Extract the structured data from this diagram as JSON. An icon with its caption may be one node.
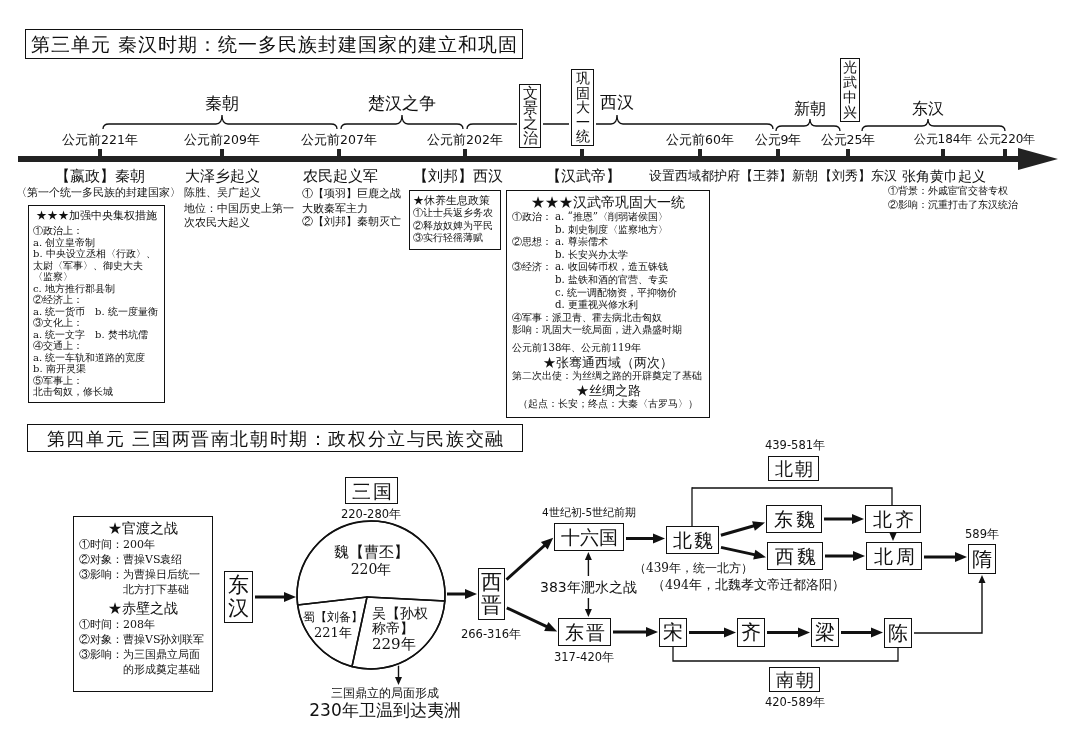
{
  "diagram": {
    "nodes": [
      {
        "text": [
          "第三单元 秦汉时期：统一多民族封建国家的建立和巩固"
        ]
      },
      {
        "text": [
          "文景之治"
        ]
      },
      {
        "text": [
          "巩固大一统"
        ]
      },
      {
        "text": [
          "光武中兴"
        ]
      },
      {
        "text": [
          "★★★加强中央集权措施",
          "①政治上：",
          "a. 创立皇帝制",
          "b. 中央设立丞相〈行政〉、太尉〈军事〉、御史大夫〈监察〉",
          "c. 地方推行郡县制",
          "②经济上：",
          "a. 统一货币",
          "b. 统一度量衡",
          "③文化上：",
          "a. 统一文字",
          "b. 焚书坑儒",
          "④交通上：",
          "a. 统一车轨和道路的宽度",
          "b. 南开灵渠",
          "⑤军事上：",
          "北击匈奴，修长城"
        ]
      },
      {
        "text": [
          "★休养生息政策",
          "①让士兵返乡务农",
          "②释放奴婢为平民",
          "③实行轻徭薄赋"
        ]
      },
      {
        "text": [
          "★★★汉武帝巩固大一统",
          "①政治：",
          "a. “推恩”〈削弱诸侯国〉",
          "b. 刺史制度〈监察地方〉",
          "②思想：",
          "a. 尊崇儒术",
          "b. 长安兴办太学",
          "③经济：",
          "a. 收回铸币权，造五铢钱",
          "b. 盐铁和酒的官营、专卖",
          "c. 统一调配物资，平抑物价",
          "d. 更重视兴修水利",
          "④军事：派卫青、霍去病北击匈奴",
          "影响：巩固大一统局面，进入鼎盛时期",
          "公元前138年、公元前119年",
          "★张骞通西域（两次）",
          "第二次出使：为丝绸之路的开辟奠定了基础",
          "★丝绸之路",
          "（起点：长安；终点：大秦〈古罗马〉）"
        ]
      },
      {
        "text": [
          "第四单元 三国两晋南北朝时期：政权分立与民族交融"
        ]
      },
      {
        "text": [
          "★官渡之战",
          "①时间：200年",
          "②对象：曹操VS袁绍",
          "③影响：为曹操日后统一北方打下基础",
          "★赤壁之战",
          "①时间：208年",
          "②对象：曹操VS孙刘联军",
          "③影响：为三国鼎立局面的形成奠定基础"
        ]
      },
      {
        "text": [
          "东汉"
        ]
      },
      {
        "text": [
          "三国"
        ],
        "beside": [
          "220-280年"
        ]
      },
      {
        "text": [],
        "shape": "circle"
      },
      {
        "text": [
          "魏【曹丕】",
          "220年"
        ],
        "in": 11
      },
      {
        "text": [
          "蜀【刘备】",
          "221年"
        ],
        "in": 11
      },
      {
        "text": [
          "吴【孙权称帝】",
          "229年"
        ],
        "in": 11
      },
      {
        "text": [
          "三国鼎立的局面形成",
          "230年卫温到达夷洲"
        ]
      },
      {
        "text": [
          "西晋"
        ],
        "beside": [
          "266-316年"
        ]
      },
      {
        "text": [
          "十六国"
        ],
        "beside": [
          "4世纪初-5世纪前期"
        ]
      },
      {
        "text": [
          "383年淝水之战"
        ]
      },
      {
        "text": [
          "东晋"
        ],
        "beside": [
          "317-420年"
        ]
      },
      {
        "text": [
          "北魏"
        ],
        "beside": [
          "（439年，统一北方）",
          "（494年，北魏孝文帝迁都洛阳）"
        ]
      },
      {
        "text": [
          "北朝"
        ],
        "beside": [
          "439-581年"
        ]
      },
      {
        "text": [
          "东魏"
        ]
      },
      {
        "text": [
          "西魏"
        ]
      },
      {
        "text": [
          "北齐"
        ]
      },
      {
        "text": [
          "北周"
        ]
      },
      {
        "text": [
          "隋"
        ],
        "beside": [
          "589年"
        ]
      },
      {
        "text": [
          "宋"
        ]
      },
      {
        "text": [
          "齐"
        ]
      },
      {
        "text": [
          "梁"
        ]
      },
      {
        "text": [
          "陈"
        ]
      },
      {
        "text": [
          "南朝"
        ],
        "beside": [
          "420-589年"
        ]
      }
    ],
    "edges": [
      {
        "from": 9,
        "to": 11,
        "arrow": "to"
      },
      {
        "from": 11,
        "to": 16,
        "arrow": "to"
      },
      {
        "from": 14,
        "to": 15,
        "arrow": "to"
      },
      {
        "from": 16,
        "to": 17,
        "arrow": "to"
      },
      {
        "from": 16,
        "to": 19,
        "arrow": "to"
      },
      {
        "from": 18,
        "to": 17,
        "arrow": "to"
      },
      {
        "from": 18,
        "to": 19,
        "arrow": "to"
      },
      {
        "from": 17,
        "to": 20,
        "arrow": "to"
      },
      {
        "from": 20,
        "to": 22,
        "arrow": "to"
      },
      {
        "from": 20,
        "to": 23,
        "arrow": "to"
      },
      {
        "from": 22,
        "to": 24,
        "arrow": "to"
      },
      {
        "from": 24,
        "to": 25,
        "arrow": "to"
      },
      {
        "from": 23,
        "to": 25,
        "arrow": "to"
      },
      {
        "from": 25,
        "to": 26,
        "arrow": "to"
      },
      {
        "from": 19,
        "to": 27,
        "arrow": "to"
      },
      {
        "from": 27,
        "to": 28,
        "arrow": "to"
      },
      {
        "from": 28,
        "to": 29,
        "arrow": "to"
      },
      {
        "from": 29,
        "to": 30,
        "arrow": "to"
      },
      {
        "from": 30,
        "to": 26,
        "arrow": "to"
      }
    ],
    "labels": [
      "秦朝",
      "楚汉之争",
      "西汉",
      "新朝",
      "东汉",
      "公元前221年",
      "公元前209年",
      "公元前207年",
      "公元前202年",
      "公元前60年",
      "公元9年",
      "公元25年",
      "公元184年",
      "公元220年",
      "【嬴政】秦朝",
      "〈第一个统一多民族的封建国家〉",
      "大泽乡起义",
      "陈胜、吴广起义",
      "地位：中国历史上第一次农民大起义",
      "农民起义军",
      "①【项羽】巨鹿之战大败秦军主力",
      "②【刘邦】秦朝灭亡",
      "【刘邦】西汉",
      "【汉武帝】",
      "设置西域都护府",
      "【王莽】新朝",
      "【刘秀】东汉",
      "张角黄巾起义",
      "①背景：外戚宦官交替专权",
      "②影响：沉重打击了东汉统治"
    ]
  }
}
